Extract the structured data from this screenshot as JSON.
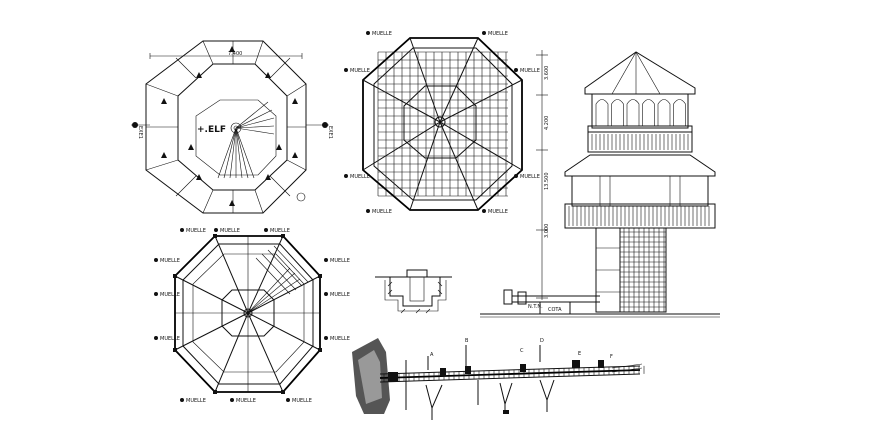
{
  "drawing": {
    "plan_top_left": {
      "sheet_mark_left": "EXE1",
      "sheet_mark_right": "EXE1",
      "center_label": "+.ELF",
      "top_dim": "7.400"
    },
    "plan_top_center": {
      "grid_tags": [
        "MUELLE",
        "MUELLE",
        "MUELLE",
        "MUELLE",
        "MUELLE",
        "MUELLE",
        "MUELLE",
        "MUELLE"
      ]
    },
    "plan_bottom_left": {
      "grid_tags": [
        "MUELLE",
        "MUELLE",
        "MUELLE",
        "MUELLE",
        "MUELLE",
        "MUELLE",
        "MUELLE",
        "MUELLE",
        "MUELLE",
        "MUELLE",
        "MUELLE",
        "MUELLE"
      ]
    },
    "elevation": {
      "levels": [
        "3.600",
        "4.200",
        "13.500",
        "3.000"
      ],
      "ground_label": "COTA",
      "ground_label_2": "N.T.N."
    },
    "section": {
      "marks": [
        "A",
        "B",
        "C",
        "D",
        "E",
        "F"
      ]
    }
  }
}
